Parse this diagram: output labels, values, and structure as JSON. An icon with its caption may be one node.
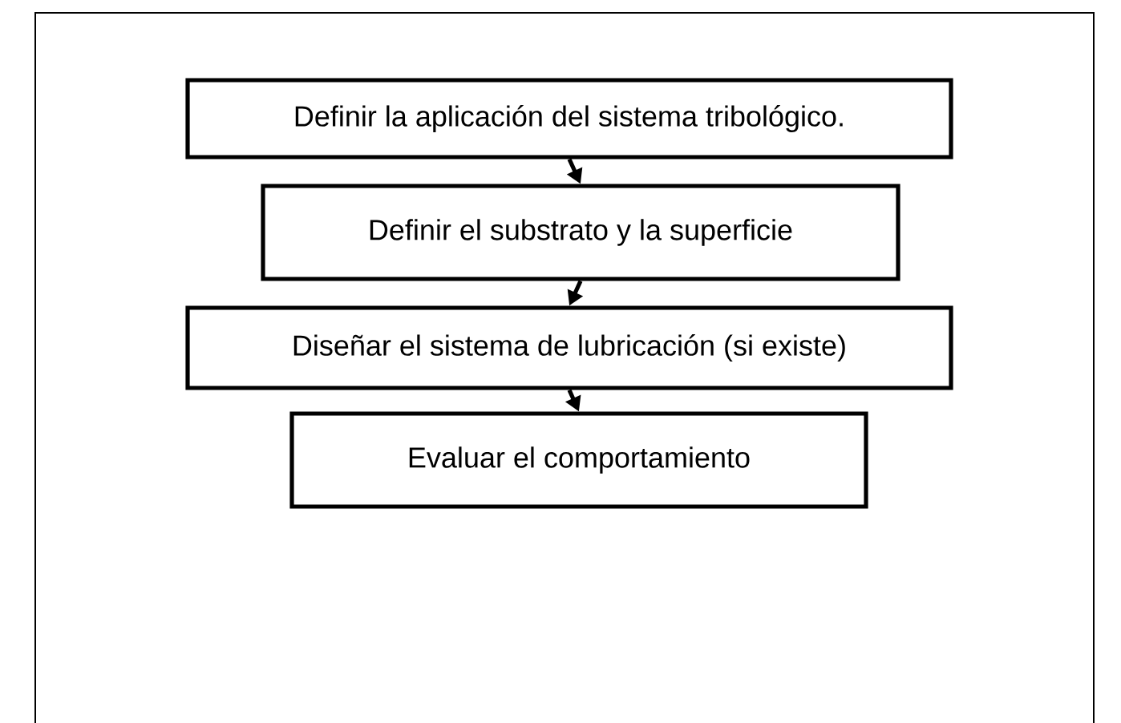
{
  "diagram": {
    "nodes": [
      {
        "text": [
          "Definir la aplicación del sistema tribológico."
        ]
      },
      {
        "text": [
          "Definir el substrato y la superficie"
        ]
      },
      {
        "text": [
          "Diseñar el sistema de lubricación (si existe)"
        ]
      },
      {
        "text": [
          "Evaluar el comportamiento"
        ]
      }
    ],
    "edges": [
      {
        "from": 0,
        "to": 1,
        "arrow": "to"
      },
      {
        "from": 1,
        "to": 2,
        "arrow": "to"
      },
      {
        "from": 2,
        "to": 3,
        "arrow": "to"
      }
    ]
  }
}
